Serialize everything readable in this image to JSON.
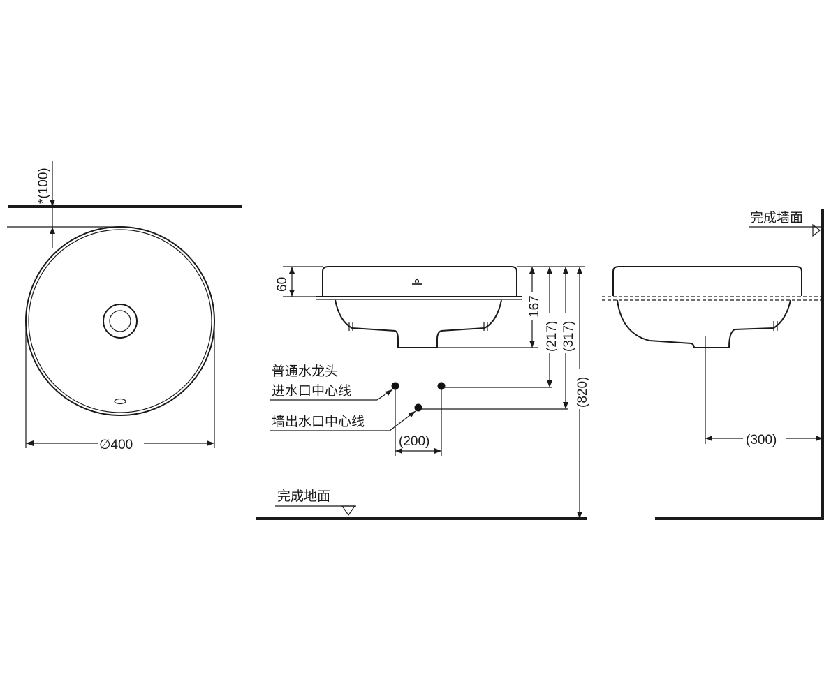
{
  "plan_view": {
    "clearance_label": "*(100)",
    "diameter_label": "∅400"
  },
  "side_view": {
    "rim_height_label": "60",
    "depth_label": "167",
    "inlet_height_label": "(217)",
    "outlet_height_label": "(317)",
    "install_height_label": "(820)",
    "spacing_label": "(200)",
    "faucet_inlet_label_line1": "普通水龙头",
    "faucet_inlet_label_line2": "进水口中心线",
    "wall_outlet_label": "墙出水口中心线",
    "floor_label": "完成地面"
  },
  "end_view": {
    "wall_label": "完成墙面",
    "wall_distance_label": "(300)"
  }
}
